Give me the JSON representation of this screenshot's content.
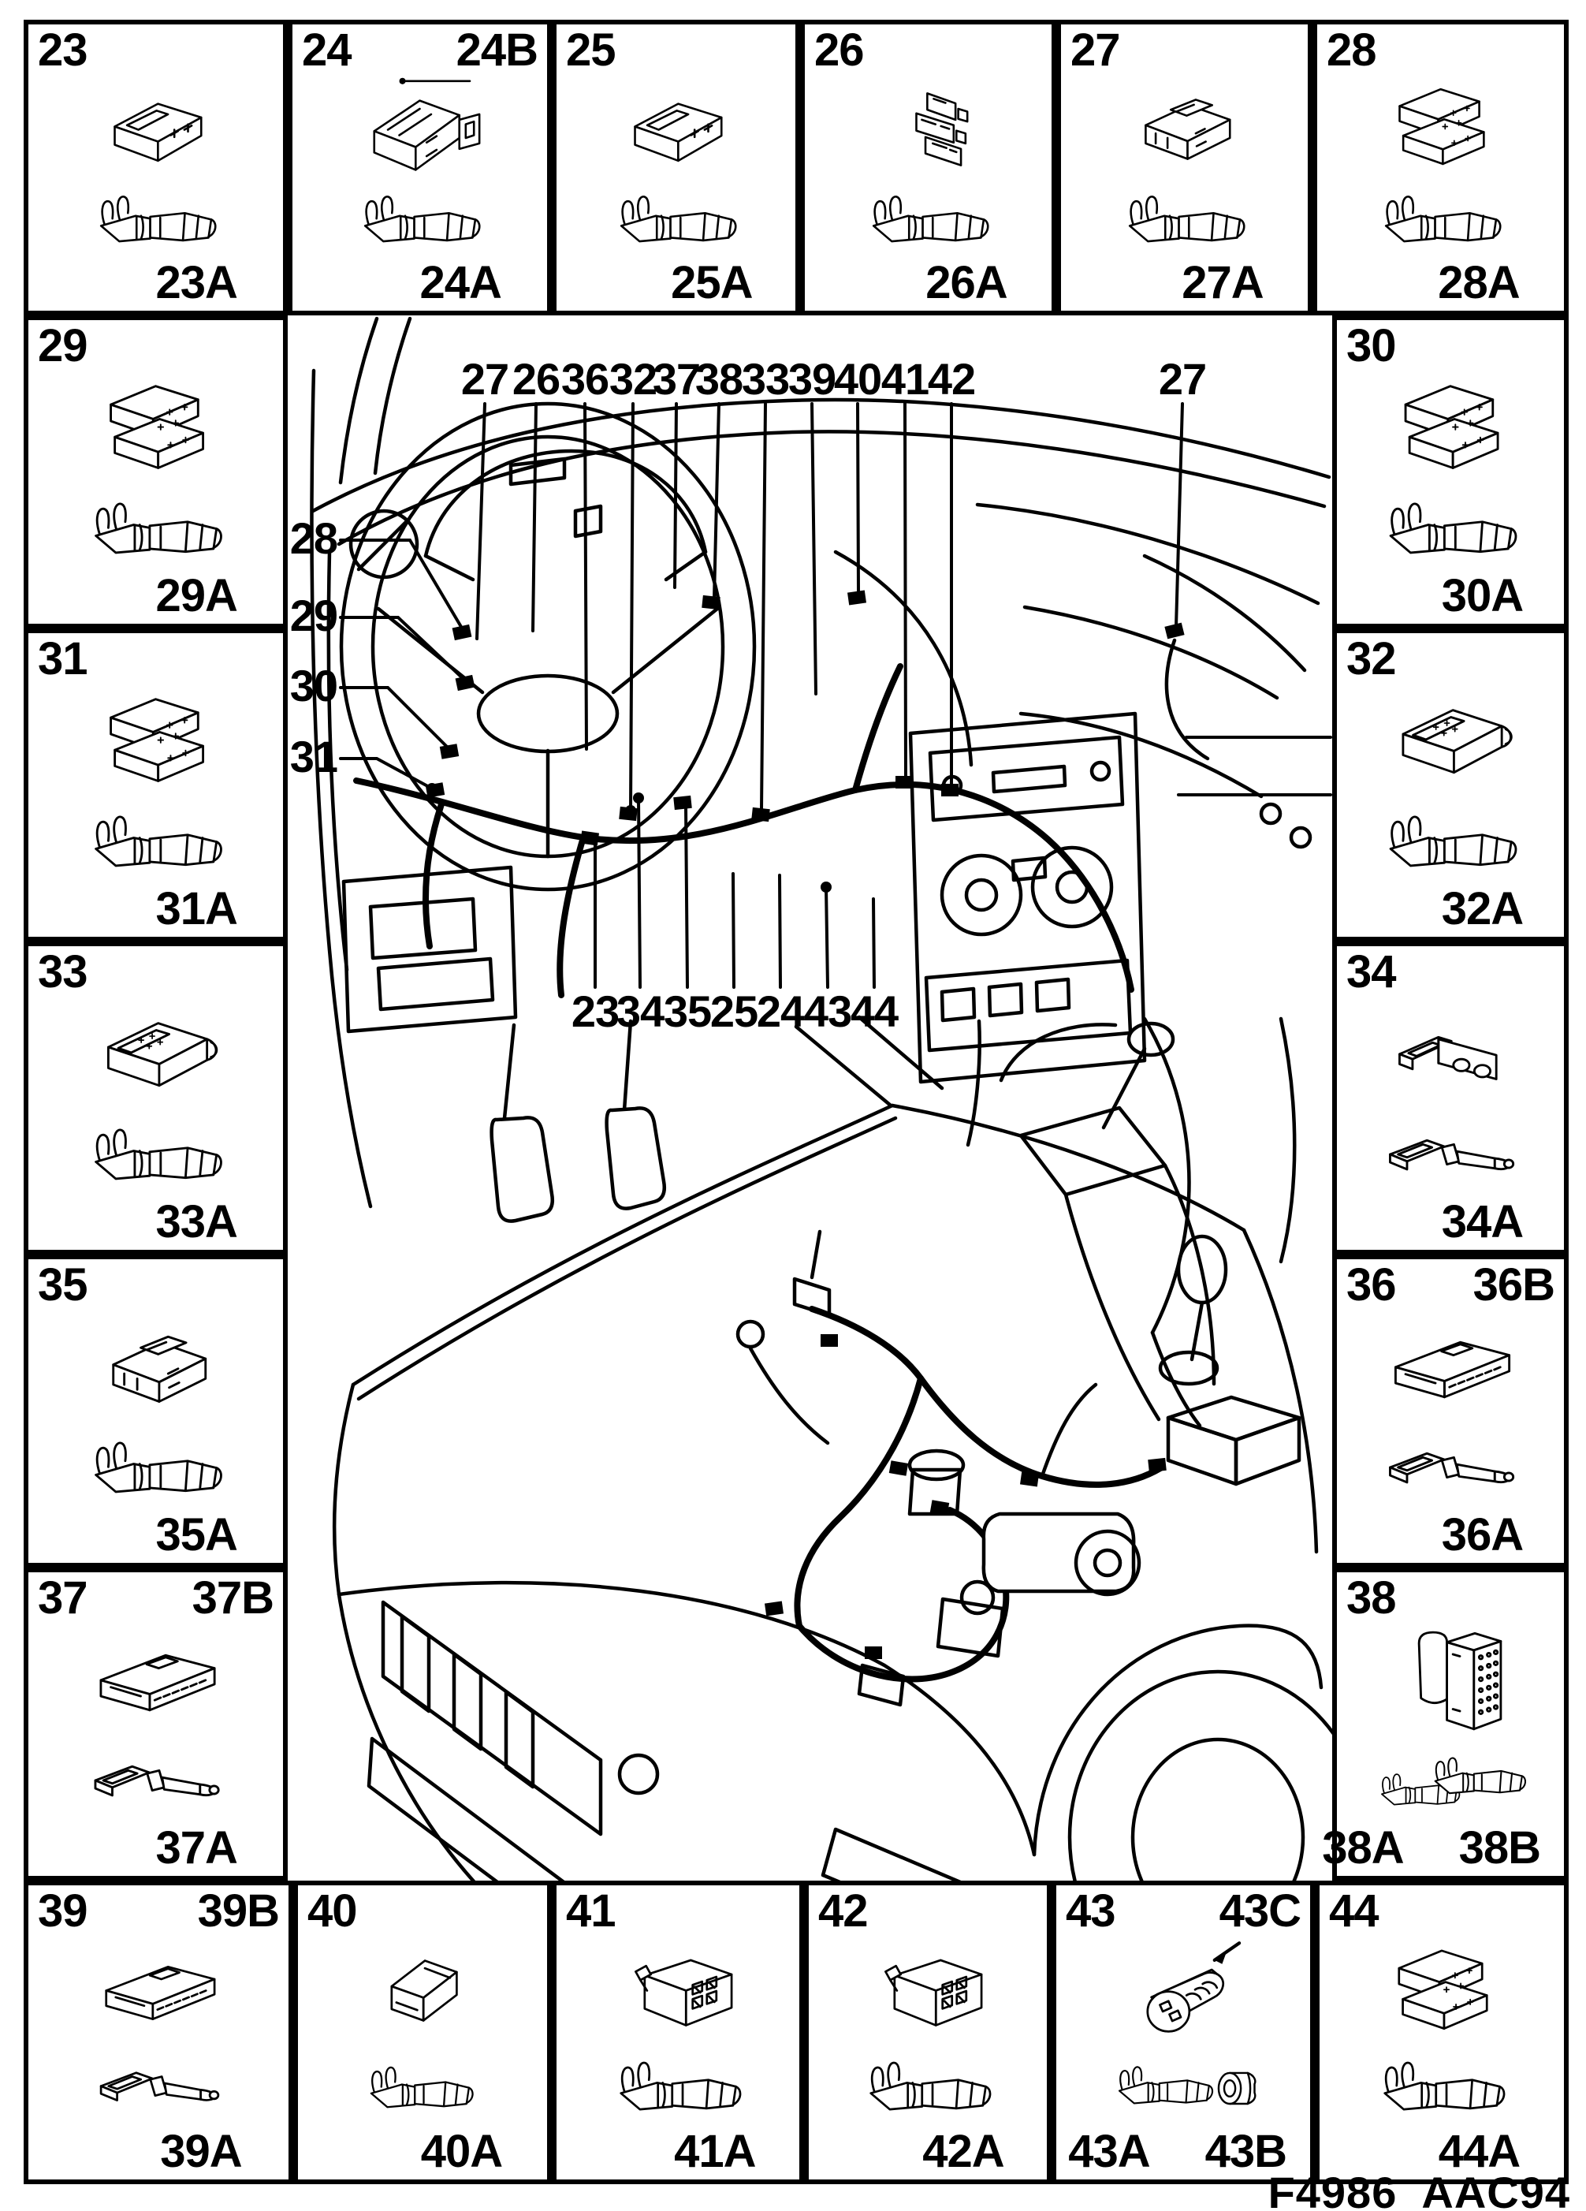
{
  "footer": "F4986  AAC94",
  "cells": {
    "c23": {
      "num": "23",
      "sub": "23A"
    },
    "c24": {
      "num": "24",
      "sub": "24A",
      "extra": "24B"
    },
    "c25": {
      "num": "25",
      "sub": "25A"
    },
    "c26": {
      "num": "26",
      "sub": "26A"
    },
    "c27": {
      "num": "27",
      "sub": "27A"
    },
    "c28": {
      "num": "28",
      "sub": "28A"
    },
    "c29": {
      "num": "29",
      "sub": "29A"
    },
    "c30": {
      "num": "30",
      "sub": "30A"
    },
    "c31": {
      "num": "31",
      "sub": "31A"
    },
    "c32": {
      "num": "32",
      "sub": "32A"
    },
    "c33": {
      "num": "33",
      "sub": "33A"
    },
    "c34": {
      "num": "34",
      "sub": "34A"
    },
    "c35": {
      "num": "35",
      "sub": "35A"
    },
    "c36": {
      "num": "36",
      "sub": "36A",
      "extra": "36B"
    },
    "c37": {
      "num": "37",
      "sub": "37A",
      "extra": "37B"
    },
    "c38": {
      "num": "38",
      "sub": "38A",
      "sub2": "38B"
    },
    "c39": {
      "num": "39",
      "sub": "39A",
      "extra": "39B"
    },
    "c40": {
      "num": "40",
      "sub": "40A"
    },
    "c41": {
      "num": "41",
      "sub": "41A"
    },
    "c42": {
      "num": "42",
      "sub": "42A"
    },
    "c43": {
      "num": "43",
      "sub": "43A",
      "sub2": "43B",
      "extra": "43C"
    },
    "c44": {
      "num": "44",
      "sub": "44A"
    }
  },
  "diagram": {
    "top_callouts": [
      "27",
      "26",
      "36",
      "32",
      "37",
      "38",
      "33",
      "39",
      "40",
      "41",
      "42"
    ],
    "top_right_callout": "27",
    "left_callouts": [
      "28",
      "29",
      "30",
      "31"
    ],
    "bottom_callouts": [
      "23",
      "34",
      "35",
      "25",
      "24",
      "43",
      "44"
    ]
  }
}
